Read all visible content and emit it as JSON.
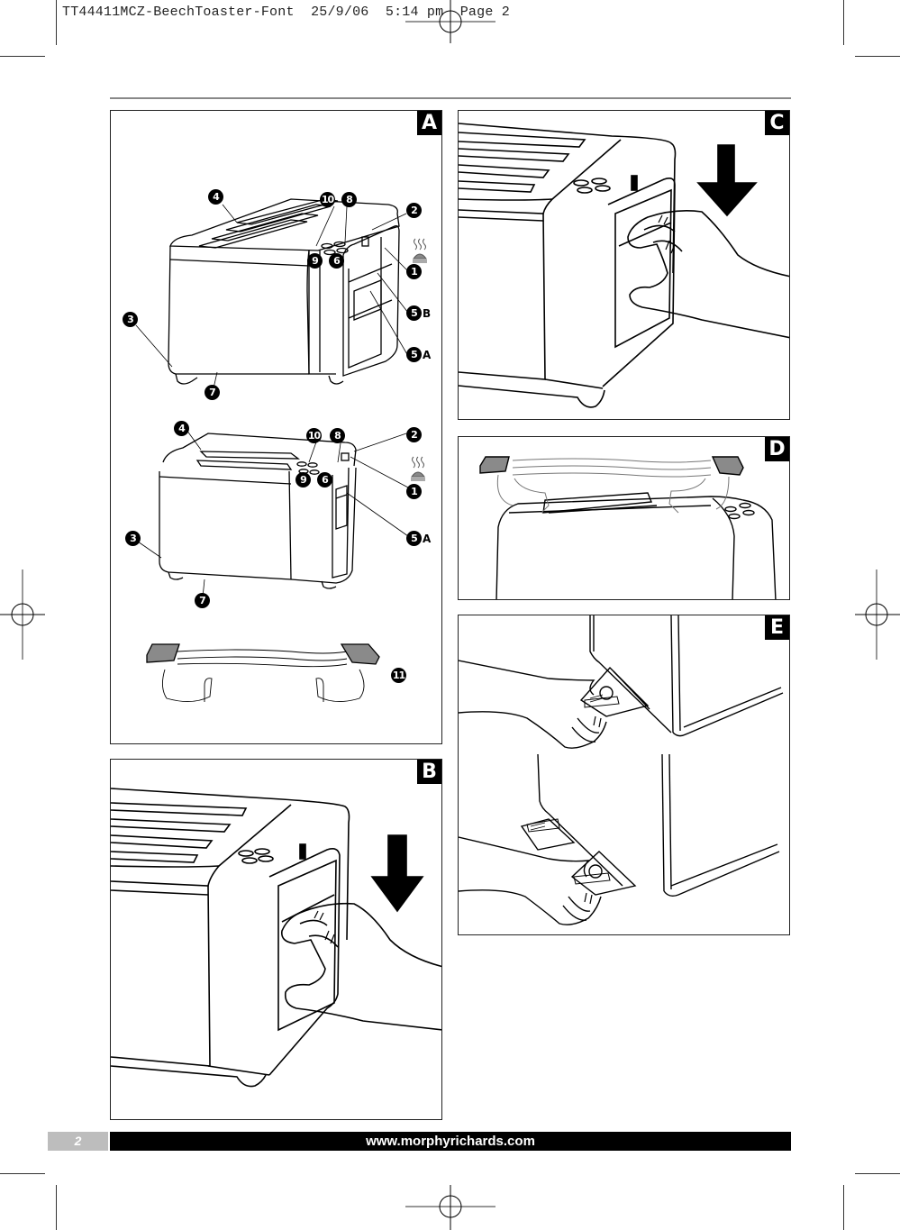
{
  "print_slug": {
    "filename": "TT44411MCZ-BeechToaster-Font",
    "date": "25/9/06",
    "time": "5:14 pm",
    "page": "Page 2"
  },
  "panels": [
    {
      "id": "A",
      "label": "A"
    },
    {
      "id": "B",
      "label": "B"
    },
    {
      "id": "C",
      "label": "C"
    },
    {
      "id": "D",
      "label": "D"
    },
    {
      "id": "E",
      "label": "E"
    }
  ],
  "callouts_four_slice": [
    "4",
    "10",
    "8",
    "2",
    "9",
    "6",
    "1",
    "5",
    "B",
    "5",
    "A",
    "3",
    "7"
  ],
  "callouts_two_slice": [
    "4",
    "10",
    "8",
    "2",
    "9",
    "6",
    "1",
    "5",
    "A",
    "3",
    "7"
  ],
  "callout_rack": "11",
  "icons": [
    "defrost-icon",
    "down-arrow-icon",
    "registration-mark-icon"
  ],
  "footer": {
    "page_number": "2",
    "url": "www.morphyrichards.com"
  },
  "colors": {
    "ink": "#000000",
    "footer_gray": "#bdbdbd",
    "rack_gray": "#8a8a8a"
  }
}
